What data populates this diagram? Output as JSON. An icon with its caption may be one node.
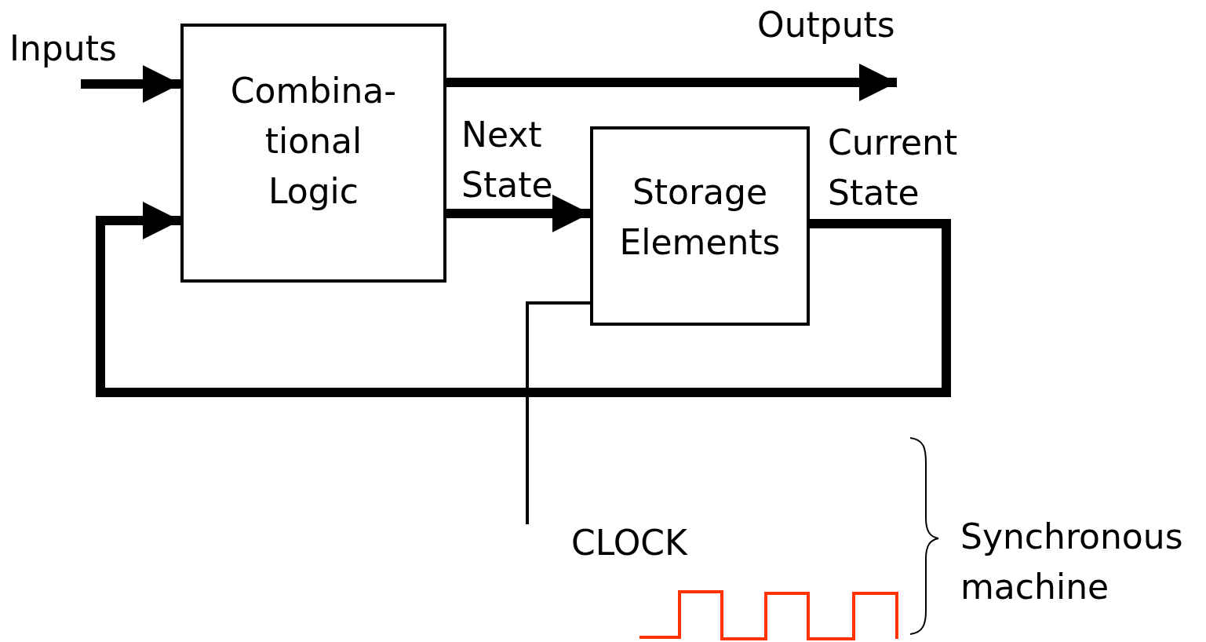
{
  "diagram": {
    "nodes": [
      {
        "text": [
          "Combina- tional Logic"
        ]
      },
      {
        "text": [
          "Storage Elements"
        ]
      }
    ],
    "edges": [
      {
        "from": null,
        "to": 0,
        "arrow": "to",
        "label": "Inputs"
      },
      {
        "from": 0,
        "to": null,
        "arrow": "to",
        "label": "Outputs"
      },
      {
        "from": 0,
        "to": 1,
        "arrow": "to",
        "label": "Next State"
      },
      {
        "from": 1,
        "to": 0,
        "arrow": "to",
        "label": "Current State"
      },
      {
        "from": null,
        "to": 1,
        "arrow": "none"
      }
    ],
    "labels": [
      "CLOCK",
      "Synchronous machine"
    ]
  }
}
